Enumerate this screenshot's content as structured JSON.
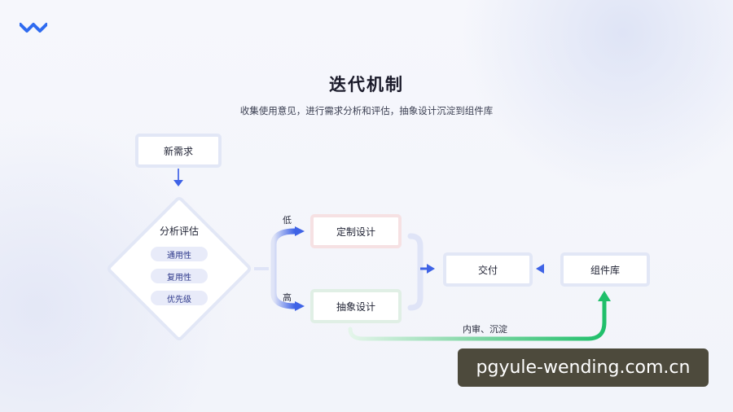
{
  "header": {
    "title": "迭代机制",
    "subtitle": "收集使用意见，进行需求分析和评估，抽象设计沉淀到组件库"
  },
  "flow": {
    "new_requirement": "新需求",
    "analysis": {
      "title": "分析评估",
      "tags": [
        "通用性",
        "复用性",
        "优先级"
      ]
    },
    "branch_low": "低",
    "branch_high": "高",
    "custom_design": "定制设计",
    "abstract_design": "抽象设计",
    "delivery": "交付",
    "component_library": "组件库",
    "feedback_label": "内审、沉淀"
  },
  "watermark": {
    "text": "pgyule-wending.com.cn"
  },
  "colors": {
    "accent_blue": "#3f63e6",
    "accent_green": "#1fbf6a",
    "box_border_blue": "#e2e7f6",
    "box_border_pink": "#f6e1e3",
    "box_border_green": "#e0efe5"
  }
}
